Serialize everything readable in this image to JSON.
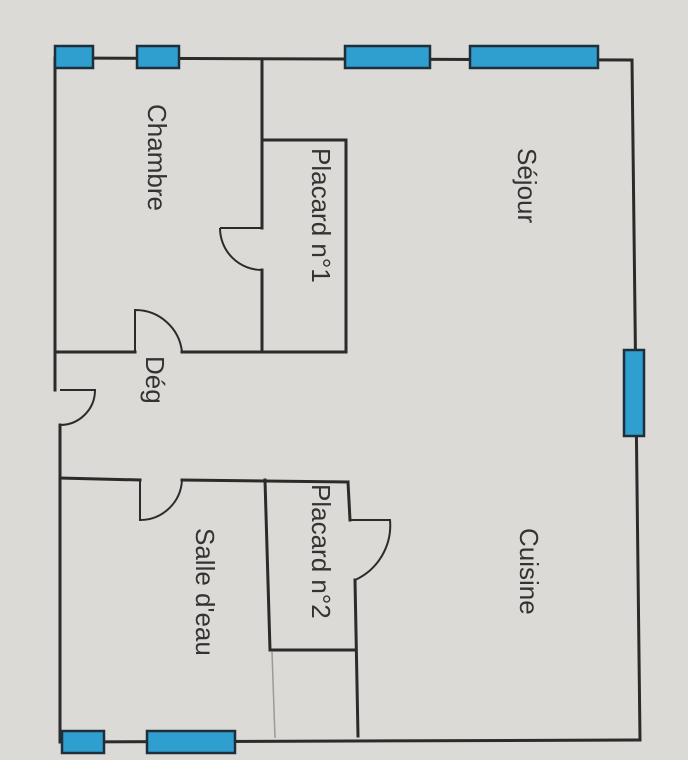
{
  "rooms": {
    "sejour": "Séjour",
    "chambre": "Chambre",
    "placard1": "Placard n°1",
    "deg": "Dég",
    "cuisine": "Cuisine",
    "placard2": "Placard n°2",
    "salle_eau": "Salle d'eau"
  },
  "colors": {
    "wall": "#2b2b2b",
    "window": "#2f9fd0",
    "background": "#dcdad6"
  }
}
